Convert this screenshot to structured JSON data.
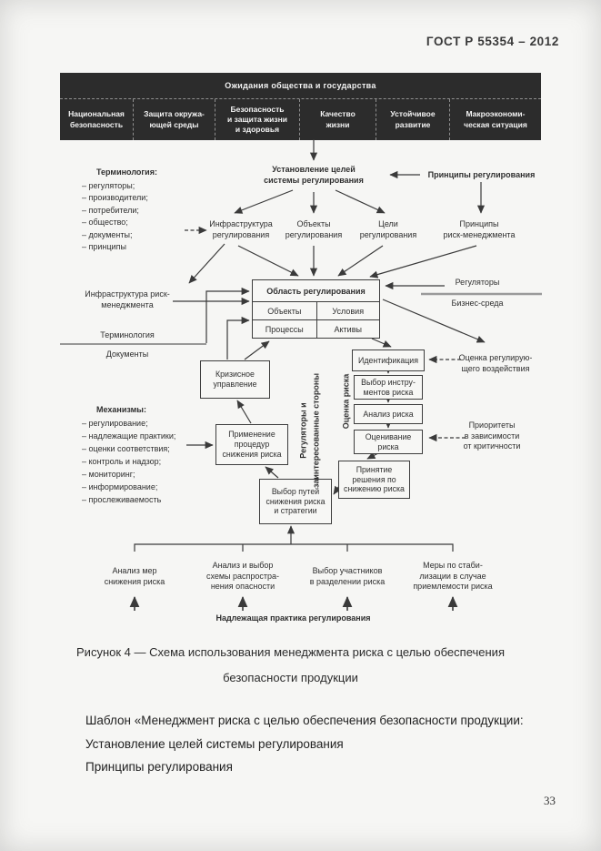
{
  "page": {
    "header": "ГОСТ Р 55354 – 2012",
    "number": "33"
  },
  "banner": {
    "title": "Ожидания общества и государства",
    "cells": [
      "Национальная\nбезопасность",
      "Защита окружа-\nющей среды",
      "Безопасность\nи защита жизни\nи здоровья",
      "Качество\nжизни",
      "Устойчивое\nразвитие",
      "Макроэкономи-\nческая ситуация"
    ]
  },
  "diagram": {
    "goals": "Установление целей\nсистемы регулирования",
    "principles": "Принципы регулирования",
    "terminology": {
      "title": "Терминология:",
      "items": [
        "– регуляторы;",
        "– производители;",
        "– потребители;",
        "– общество;",
        "– документы;",
        "– принципы"
      ]
    },
    "mid_row": [
      "Инфраструктура\nрегулирования",
      "Объекты\nрегулирования",
      "Цели\nрегулирования",
      "Принципы\nриск-менеджмента"
    ],
    "infra_risk": "Инфраструктура риск-\nменеджмента",
    "terminology_label": "Терминология",
    "documents_label": "Документы",
    "regulators_label": "Регуляторы",
    "business_env": "Бизнес-среда",
    "area_table": {
      "title": "Область регулирования",
      "cells": [
        "Объекты",
        "Условия",
        "Процессы",
        "Активы"
      ]
    },
    "crisis": "Кризисное\nуправление",
    "apply_procedures": "Применение\nпроцедур\nснижения риска",
    "choose_paths": "Выбор путей\nснижения риска\nи стратегии",
    "risk_chain": [
      "Идентификация",
      "Выбор инстру-\nментов риска",
      "Анализ риска",
      "Оценивание\nриска"
    ],
    "decision": "Принятие\nрешения по\nснижению риска",
    "reg_impact": "Оценка регулирую-\nщего воздействия",
    "priorities": "Приоритеты\nв зависимости\nот критичности",
    "vertical_regulators": "Регуляторы и\nзаинтересованные стороны",
    "vertical_risk": "Оценка риска",
    "mechanisms": {
      "title": "Механизмы:",
      "items": [
        "– регулирование;",
        "– надлежащие практики;",
        "– оценки соответствия;",
        "– контроль и надзор;",
        "– мониторинг;",
        "– информирование;",
        "– прослеживаемость"
      ]
    },
    "bottom_row": [
      "Анализ мер\nснижения риска",
      "Анализ и выбор\nсхемы распростра-\nнения опасности",
      "Выбор участников\nв разделении риска",
      "Меры по стаби-\nлизации в случае\nприемлемости риска"
    ],
    "good_practice": "Надлежащая практика регулирования"
  },
  "caption": "Рисунок 4 — Схема использования менеджмента риска с целью обеспечения\nбезопасности продукции",
  "body": {
    "p1": "Шаблон «Менеджмент риска с целью обеспечения безопасности продукции:",
    "p2": "Установление целей системы регулирования",
    "p3": "Принципы регулирования"
  }
}
